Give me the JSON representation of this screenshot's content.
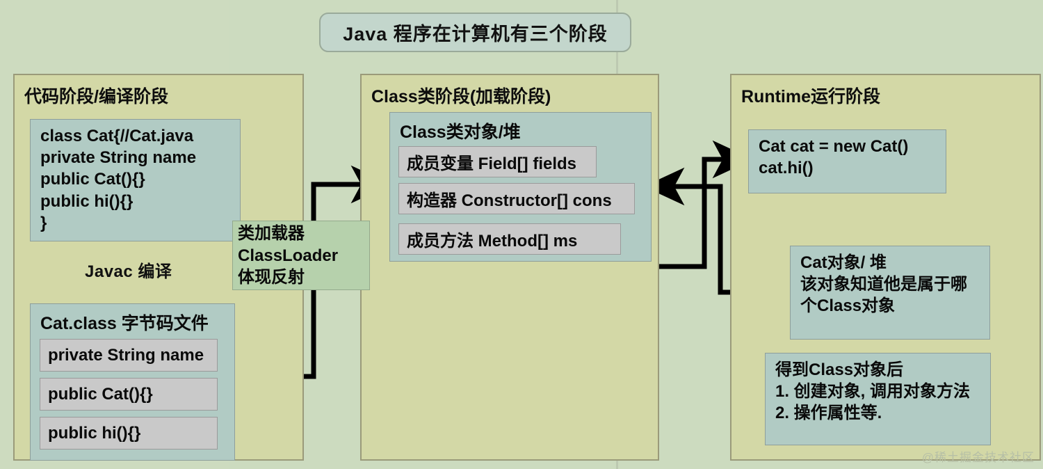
{
  "title": "Java 程序在计算机有三个阶段",
  "colors": {
    "background": "#ccdbbf",
    "panel": "#d3d8a6",
    "panel_border": "#9a9a7a",
    "teal_box": "#b1cbc4",
    "grey_row": "#c9c9c9",
    "loader_note": "#b6d1ac",
    "title_pill": "#c3d6cc",
    "arrow": "#000000"
  },
  "panels": {
    "code": {
      "title": "代码阶段/编译阶段",
      "source_box": {
        "lines": [
          "class Cat{//Cat.java",
          "private String name",
          "public Cat(){}",
          "public hi(){}",
          "}"
        ]
      },
      "javac_label": "Javac 编译",
      "class_file_box": {
        "heading": "Cat.class 字节码文件",
        "rows": [
          "private String name",
          "public Cat(){}",
          "public hi(){}"
        ]
      }
    },
    "classphase": {
      "title": "Class类阶段(加载阶段)",
      "class_object_box": {
        "heading": "Class类对象/堆",
        "rows": [
          "成员变量 Field[] fields",
          "构造器 Constructor[] cons",
          "成员方法 Method[] ms"
        ]
      }
    },
    "runtime": {
      "title": "Runtime运行阶段",
      "code_box": {
        "lines": [
          "Cat cat = new Cat()",
          "cat.hi()"
        ]
      },
      "cat_object_box": {
        "lines": [
          "Cat对象/ 堆",
          "该对象知道他是属于哪",
          "个Class对象"
        ]
      },
      "after_class_box": {
        "lines": [
          "得到Class对象后",
          "1. 创建对象, 调用对象方法",
          "2. 操作属性等."
        ]
      }
    }
  },
  "notes": {
    "classloader": {
      "lines": [
        "类加载器",
        "ClassLoader",
        "体现反射"
      ]
    }
  },
  "watermark": "@稀土掘金技术社区"
}
